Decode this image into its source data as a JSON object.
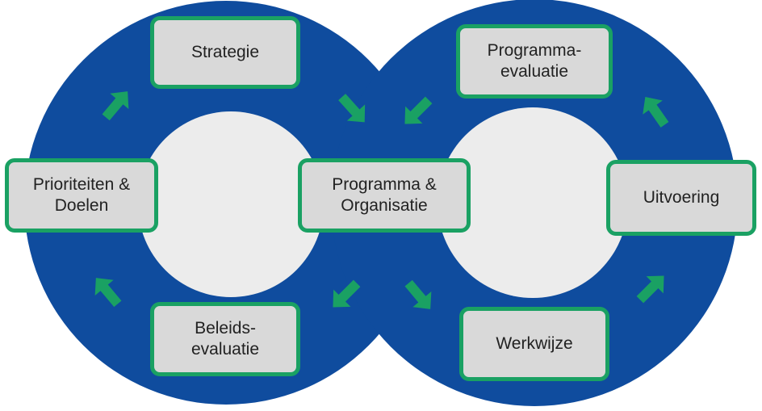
{
  "colors": {
    "ring": "#0f4c9e",
    "hole": "#ececec",
    "box_fill": "#d9d9d9",
    "box_border": "#1aa163",
    "arrow": "#1aa163",
    "text": "#222222"
  },
  "diagram": {
    "nodes": {
      "strategie": "Strategie",
      "programma_evaluatie": "Programma-\nevaluatie",
      "prioriteiten_doelen": "Prioriteiten &\nDoelen",
      "programma_organisatie": "Programma &\nOrganisatie",
      "uitvoering": "Uitvoering",
      "beleids_evaluatie": "Beleids-\nevaluatie",
      "werkwijze": "Werkwijze"
    },
    "arrow_icons": [
      "arrow-up-right-icon",
      "arrow-down-right-icon",
      "arrow-down-left-icon",
      "arrow-up-left-icon",
      "arrow-down-left-icon",
      "arrow-up-left-icon",
      "arrow-down-right-icon",
      "arrow-up-right-icon"
    ]
  }
}
